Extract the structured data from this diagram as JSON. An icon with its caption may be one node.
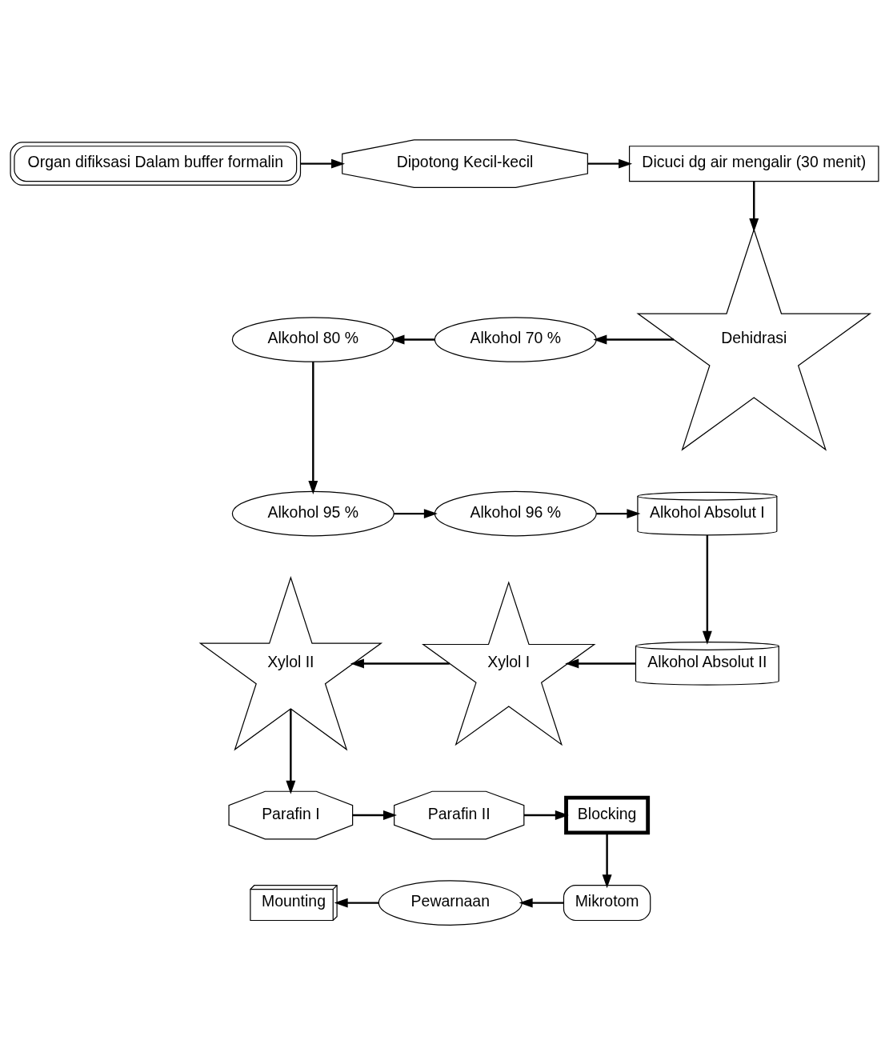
{
  "diagram": {
    "nodes": [
      {
        "text": [
          "Organ difiksasi Dalam buffer formalin"
        ]
      },
      {
        "text": [
          "Dipotong Kecil-kecil"
        ]
      },
      {
        "text": [
          "Dicuci dg air mengalir (30 menit)"
        ]
      },
      {
        "text": [
          "Dehidrasi"
        ]
      },
      {
        "text": [
          "Alkohol 70 %"
        ]
      },
      {
        "text": [
          "Alkohol 80 %"
        ]
      },
      {
        "text": [
          "Alkohol 95 %"
        ]
      },
      {
        "text": [
          "Alkohol 96 %"
        ]
      },
      {
        "text": [
          "Alkohol Absolut I"
        ]
      },
      {
        "text": [
          "Alkohol Absolut II"
        ]
      },
      {
        "text": [
          "Xylol I"
        ]
      },
      {
        "text": [
          "Xylol II"
        ]
      },
      {
        "text": [
          "Parafin I"
        ]
      },
      {
        "text": [
          "Parafin II"
        ]
      },
      {
        "text": [
          "Blocking"
        ]
      },
      {
        "text": [
          "Mikrotom"
        ]
      },
      {
        "text": [
          "Pewarnaan"
        ]
      },
      {
        "text": [
          "Mounting"
        ]
      }
    ],
    "edges": [
      {
        "from": 0,
        "to": 1,
        "arrow": "to"
      },
      {
        "from": 1,
        "to": 2,
        "arrow": "to"
      },
      {
        "from": 2,
        "to": 3,
        "arrow": "to"
      },
      {
        "from": 3,
        "to": 4,
        "arrow": "to"
      },
      {
        "from": 4,
        "to": 5,
        "arrow": "to"
      },
      {
        "from": 5,
        "to": 6,
        "arrow": "to"
      },
      {
        "from": 6,
        "to": 7,
        "arrow": "to"
      },
      {
        "from": 7,
        "to": 8,
        "arrow": "to"
      },
      {
        "from": 8,
        "to": 9,
        "arrow": "to"
      },
      {
        "from": 9,
        "to": 10,
        "arrow": "to"
      },
      {
        "from": 10,
        "to": 11,
        "arrow": "to"
      },
      {
        "from": 11,
        "to": 12,
        "arrow": "to"
      },
      {
        "from": 12,
        "to": 13,
        "arrow": "to"
      },
      {
        "from": 13,
        "to": 14,
        "arrow": "to"
      },
      {
        "from": 14,
        "to": 15,
        "arrow": "to"
      },
      {
        "from": 15,
        "to": 16,
        "arrow": "to"
      },
      {
        "from": 16,
        "to": 17,
        "arrow": "to"
      }
    ]
  }
}
